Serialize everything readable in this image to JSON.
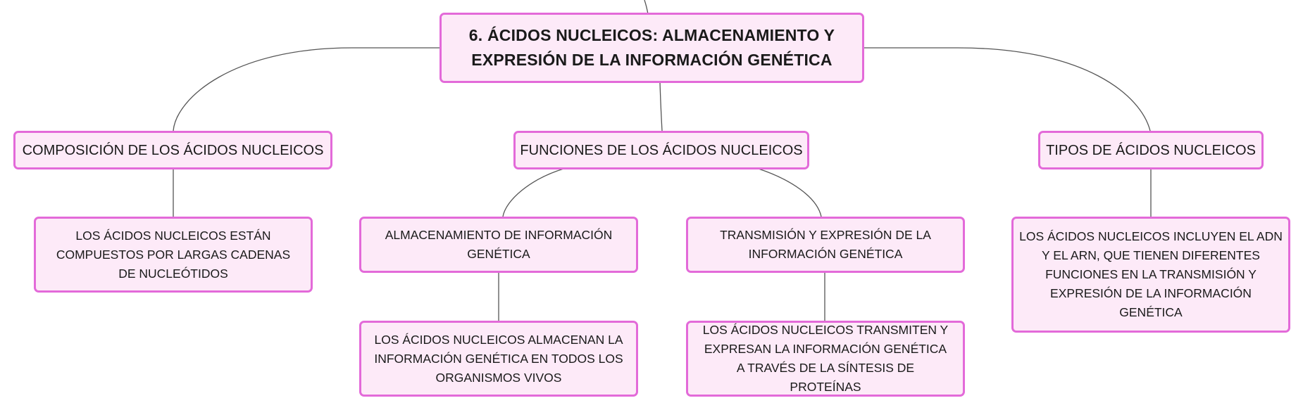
{
  "diagram": {
    "main_topic": "6. ÁCIDOS NUCLEICOS: ALMACENAMIENTO Y EXPRESIÓN DE LA INFORMACIÓN GENÉTICA",
    "branches": [
      {
        "label": "COMPOSICIÓN DE LOS ÁCIDOS NUCLEICOS",
        "children": [
          {
            "label": "LOS ÁCIDOS NUCLEICOS ESTÁN COMPUESTOS POR LARGAS CADENAS DE NUCLEÓTIDOS"
          }
        ]
      },
      {
        "label": "FUNCIONES DE LOS ÁCIDOS NUCLEICOS",
        "children": [
          {
            "label": "ALMACENAMIENTO DE INFORMACIÓN GENÉTICA",
            "children": [
              {
                "label": "LOS ÁCIDOS NUCLEICOS ALMACENAN LA INFORMACIÓN GENÉTICA EN TODOS LOS ORGANISMOS VIVOS"
              }
            ]
          },
          {
            "label": "TRANSMISIÓN Y EXPRESIÓN DE LA INFORMACIÓN GENÉTICA",
            "children": [
              {
                "label": "LOS ÁCIDOS NUCLEICOS TRANSMITEN Y EXPRESAN LA INFORMACIÓN GENÉTICA A TRAVÉS DE LA SÍNTESIS DE PROTEÍNAS"
              }
            ]
          }
        ]
      },
      {
        "label": "TIPOS DE ÁCIDOS NUCLEICOS",
        "children": [
          {
            "label": "LOS ÁCIDOS NUCLEICOS INCLUYEN EL ADN Y EL ARN, QUE TIENEN DIFERENTES FUNCIONES EN LA TRANSMISIÓN Y EXPRESIÓN DE LA INFORMACIÓN GENÉTICA"
          }
        ]
      }
    ]
  },
  "colors": {
    "node_fill": "#fdeaf8",
    "node_border": "#e36ad9",
    "connector": "#555555",
    "text": "#1a1a1a"
  }
}
